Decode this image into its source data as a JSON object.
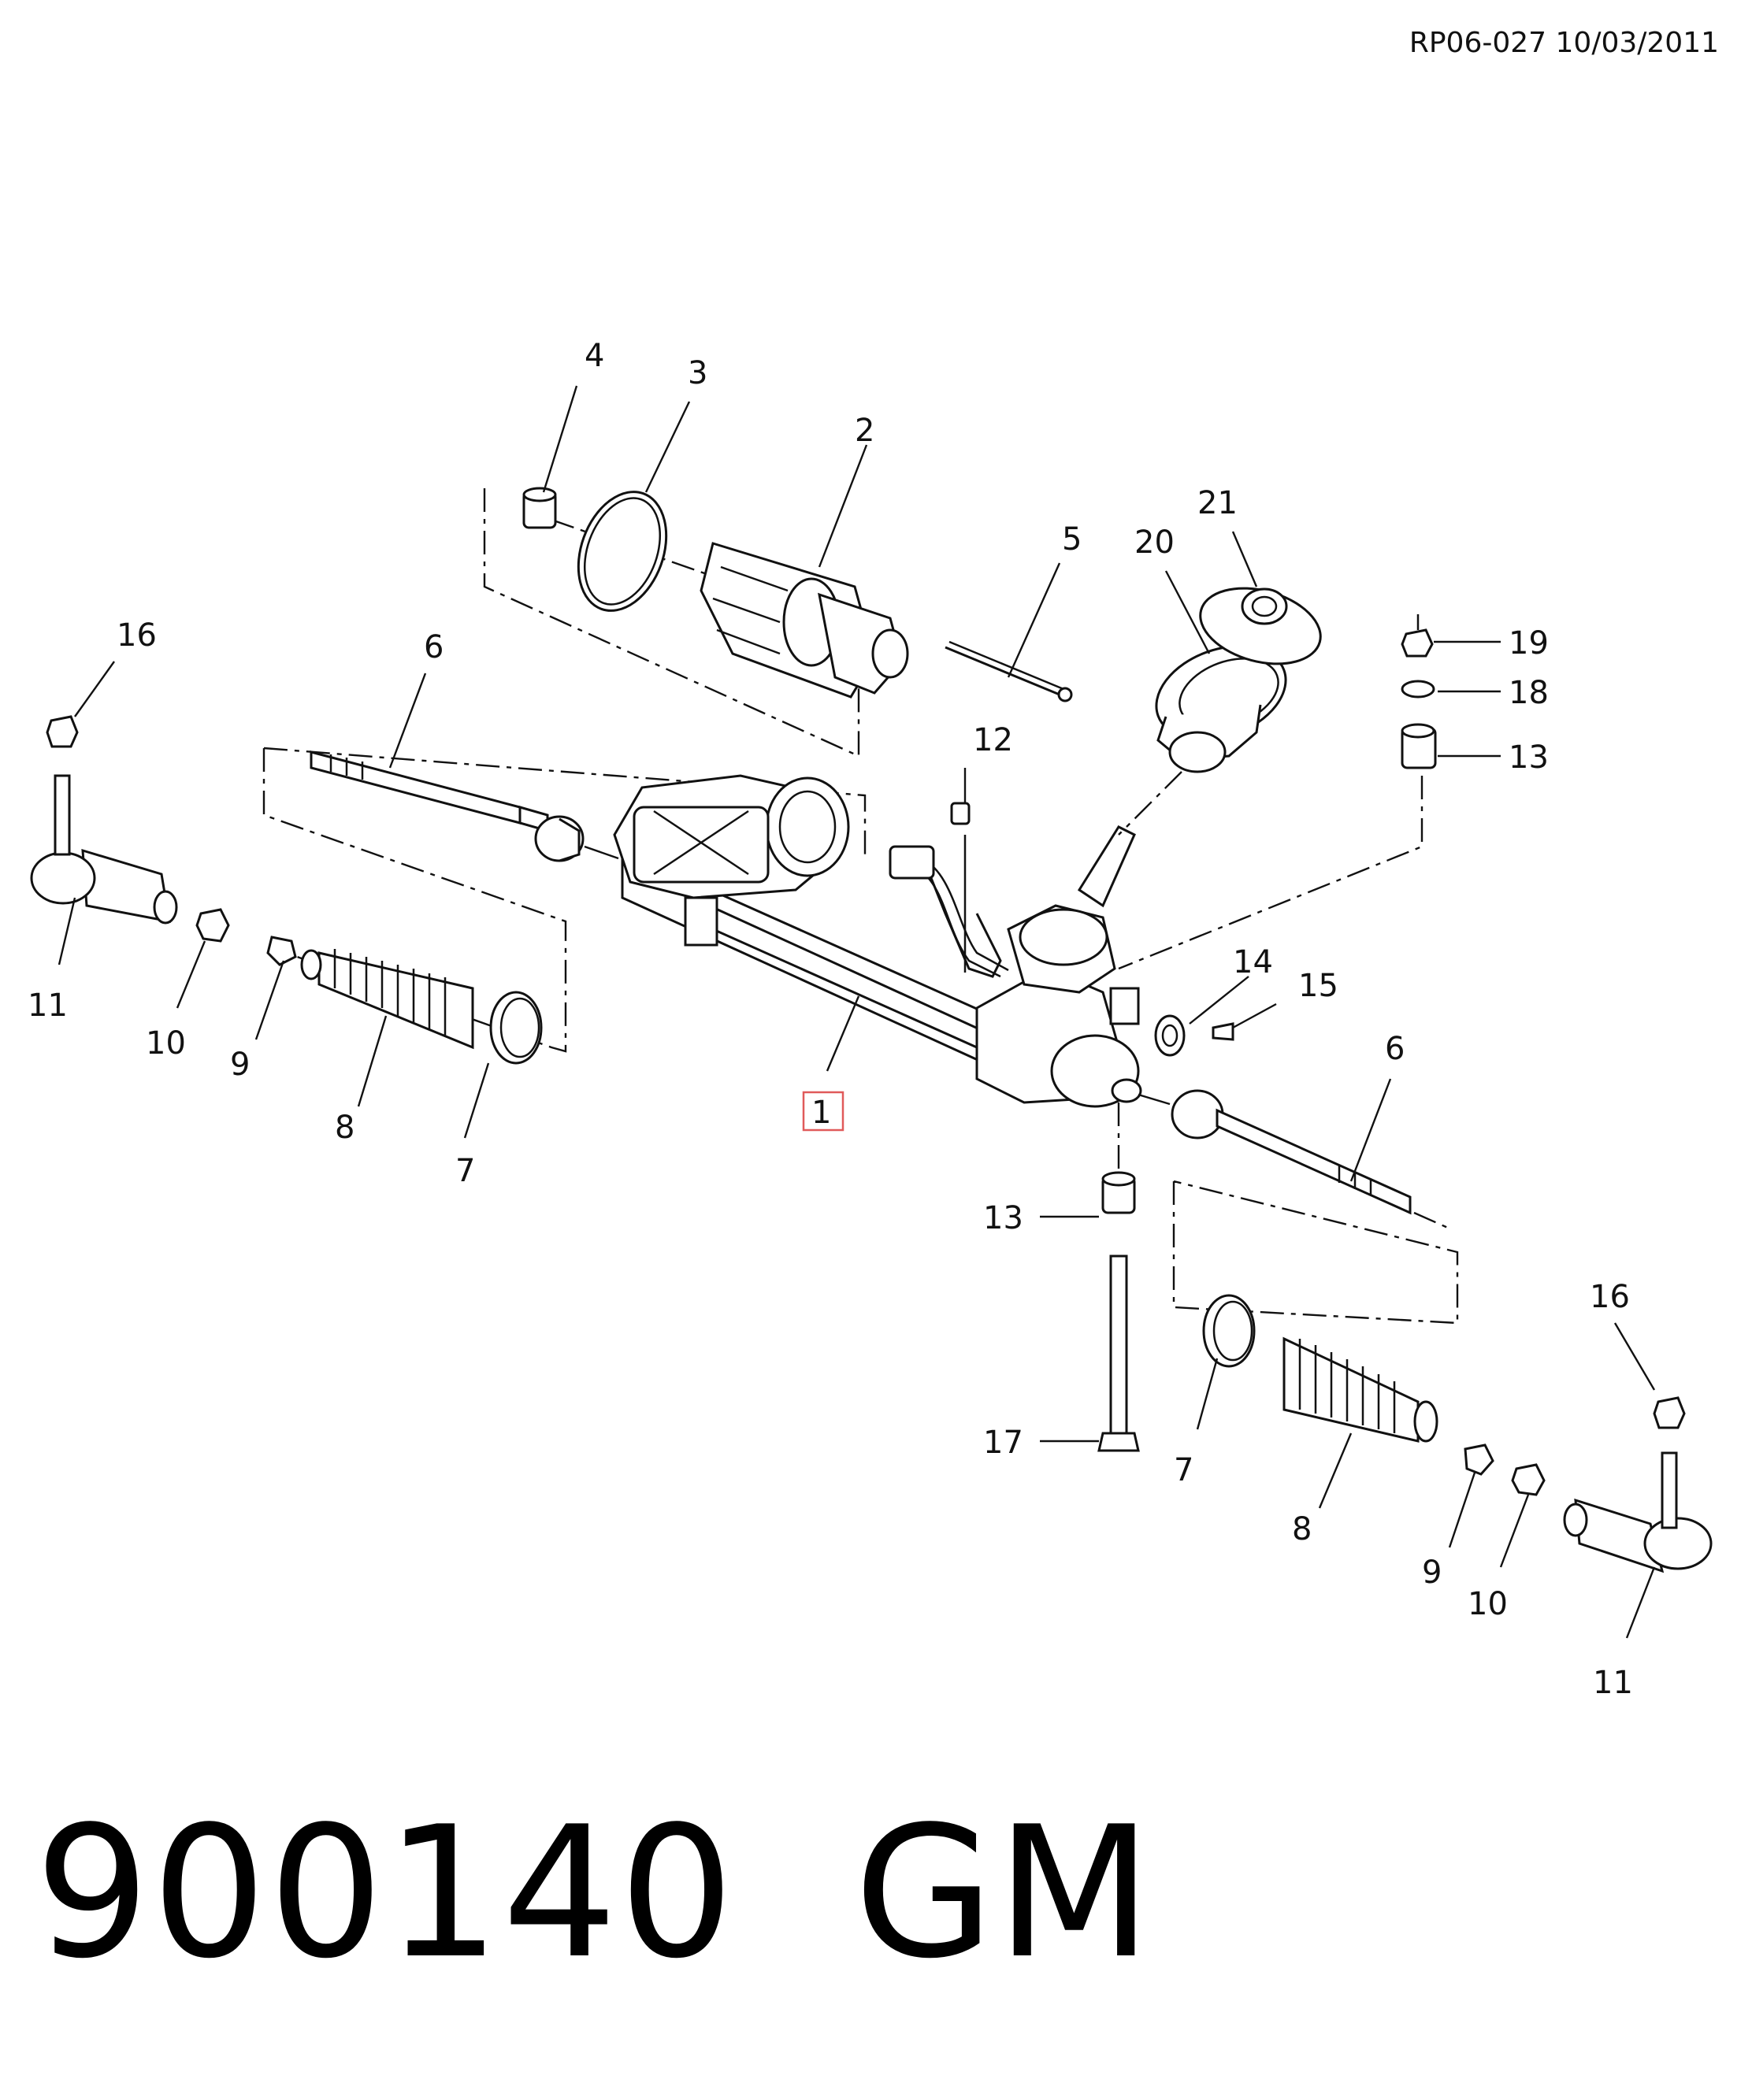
{
  "header": {
    "reference": "RP06-027 10/03/2011"
  },
  "footer": {
    "part_number": "900140",
    "brand": "GM"
  },
  "callouts": [
    {
      "id": "c1",
      "label": "1"
    },
    {
      "id": "c2",
      "label": "2"
    },
    {
      "id": "c3",
      "label": "3"
    },
    {
      "id": "c4",
      "label": "4"
    },
    {
      "id": "c5",
      "label": "5"
    },
    {
      "id": "c6a",
      "label": "6"
    },
    {
      "id": "c6b",
      "label": "6"
    },
    {
      "id": "c7a",
      "label": "7"
    },
    {
      "id": "c7b",
      "label": "7"
    },
    {
      "id": "c8a",
      "label": "8"
    },
    {
      "id": "c8b",
      "label": "8"
    },
    {
      "id": "c9a",
      "label": "9"
    },
    {
      "id": "c9b",
      "label": "9"
    },
    {
      "id": "c10a",
      "label": "10"
    },
    {
      "id": "c10b",
      "label": "10"
    },
    {
      "id": "c11a",
      "label": "11"
    },
    {
      "id": "c11b",
      "label": "11"
    },
    {
      "id": "c12",
      "label": "12"
    },
    {
      "id": "c13a",
      "label": "13"
    },
    {
      "id": "c13b",
      "label": "13"
    },
    {
      "id": "c14",
      "label": "14"
    },
    {
      "id": "c15",
      "label": "15"
    },
    {
      "id": "c16a",
      "label": "16"
    },
    {
      "id": "c16b",
      "label": "16"
    },
    {
      "id": "c17",
      "label": "17"
    },
    {
      "id": "c18",
      "label": "18"
    },
    {
      "id": "c19",
      "label": "19"
    },
    {
      "id": "c20",
      "label": "20"
    },
    {
      "id": "c21",
      "label": "21"
    }
  ],
  "colors": {
    "line": "#111111",
    "highlight": "#e05a5a",
    "background": "#ffffff"
  }
}
